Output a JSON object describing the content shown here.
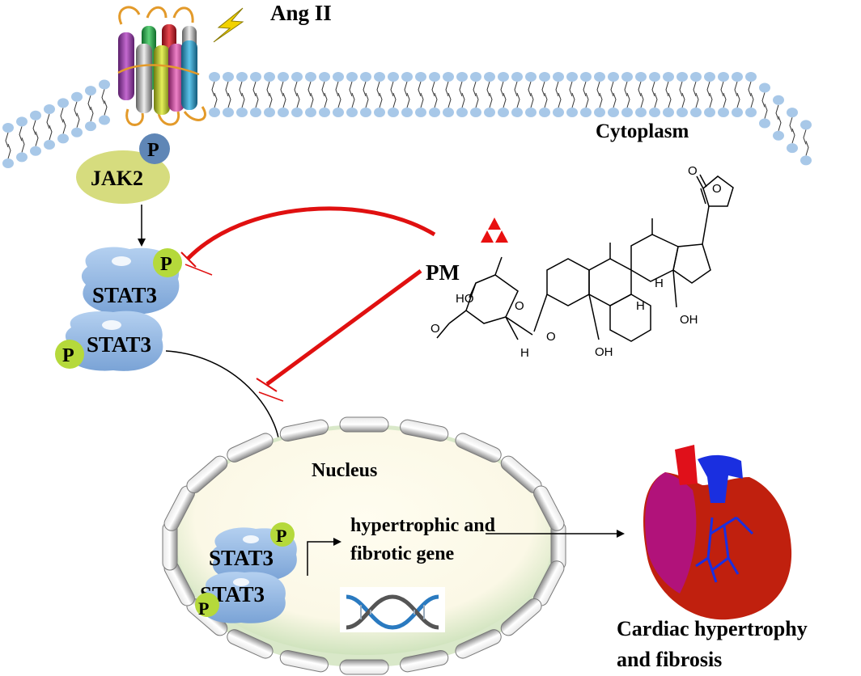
{
  "labels": {
    "ang_ii": "Ang II",
    "cytoplasm": "Cytoplasm",
    "jak2": "JAK2",
    "phospho": "P",
    "stat3": "STAT3",
    "pm": "PM",
    "nucleus": "Nucleus",
    "gene_line1": "hypertrophic and",
    "gene_line2": "fibrotic gene",
    "outcome_line1": "Cardiac hypertrophy",
    "outcome_line2": "and fibrosis"
  },
  "chem_labels": {
    "oh": "OH",
    "ho": "HO",
    "o": "O",
    "h": "H"
  },
  "colors": {
    "membrane_head": "#a8c8e8",
    "jak2": "#d6dc7e",
    "phospho_blue": "#5f86b6",
    "phospho_green": "#b5d93b",
    "stat3": "#8fb6e2",
    "inhibition": "#e01010",
    "nucleus_fill": "#d9e8c9",
    "envelope": "#9a9a9a",
    "heart_red": "#c0200e",
    "heart_magenta": "#b1127a",
    "heart_blue": "#1a2fe0",
    "pm_triangle": "#e81010"
  }
}
